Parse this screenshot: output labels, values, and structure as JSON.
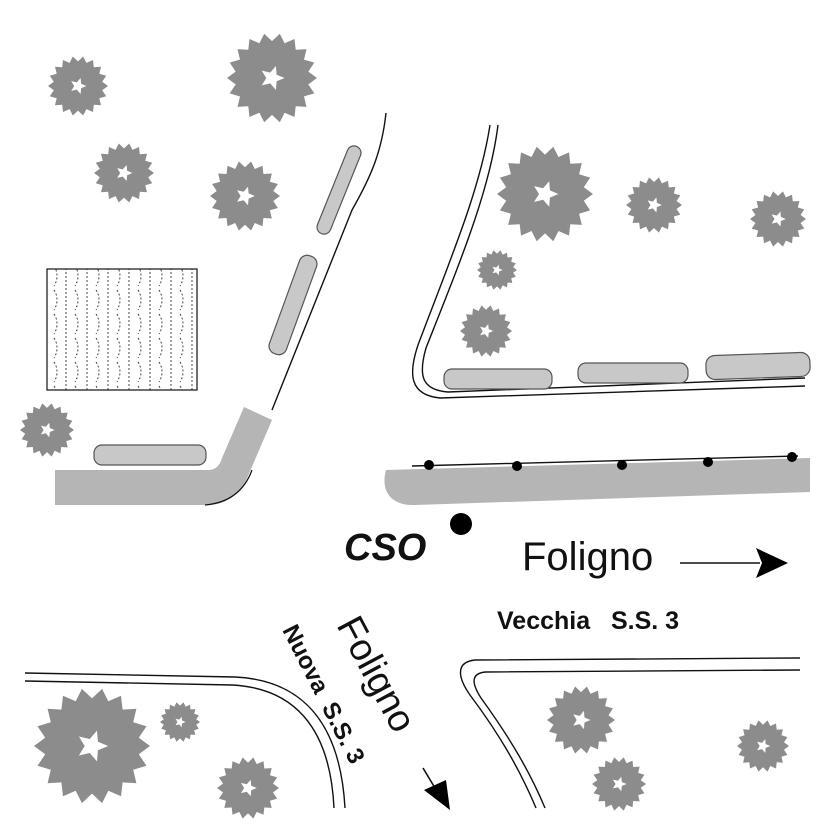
{
  "map": {
    "marker_label": "CSO",
    "destination_right": "Foligno",
    "road_old": "Vecchia   S.S. 3",
    "destination_down": "Foligno",
    "road_new": "Nuova  S.S. 3"
  },
  "colors": {
    "tree": "#8c8c8c",
    "road_fill": "#b5b5b5",
    "hedge_fill": "#c8c8c8",
    "line": "#111111"
  }
}
